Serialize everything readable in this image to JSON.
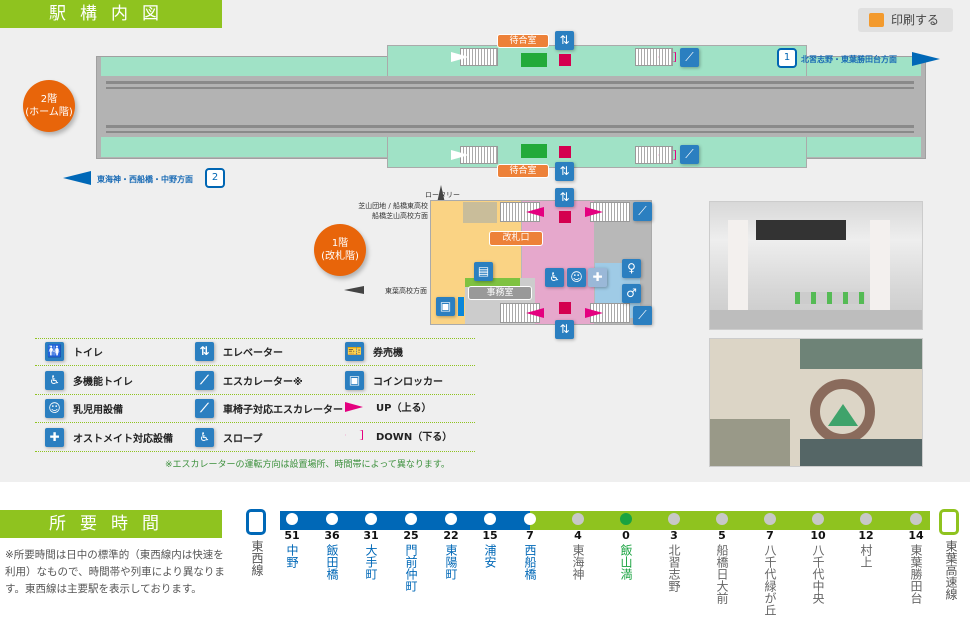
{
  "header": {
    "title": "駅構内図",
    "print_label": "印刷する"
  },
  "floor2": {
    "label1": "2階",
    "label2": "(ホーム階)",
    "waiting_room": "待合室",
    "dir1": {
      "number": "1",
      "text": "北習志野・東葉勝田台方面"
    },
    "dir2": {
      "number": "2",
      "text": "東海神・西船橋・中野方面"
    }
  },
  "floor1": {
    "label1": "1階",
    "label2": "(改札階)",
    "gate": "改札口",
    "office": "事務室",
    "rotary": "ロータリー",
    "bus1": "芝山団地 / 船橋東高校",
    "bus2": "船橋芝山高校方面",
    "west": "東葉高校方面"
  },
  "legend": {
    "items": [
      {
        "icon": "toilet-icon",
        "glyph": "🚻",
        "label": "トイレ"
      },
      {
        "icon": "elevator-icon",
        "glyph": "⇅",
        "label": "エレベーター"
      },
      {
        "icon": "ticket-machine-icon",
        "glyph": "🎫",
        "label": "券売機"
      },
      {
        "icon": "accessible-toilet-icon",
        "glyph": "♿",
        "label": "多機能トイレ"
      },
      {
        "icon": "escalator-icon",
        "glyph": "⟋",
        "label": "エスカレーター※"
      },
      {
        "icon": "coin-locker-icon",
        "glyph": "▣",
        "label": "コインロッカー"
      },
      {
        "icon": "baby-icon",
        "glyph": "☺",
        "label": "乳児用設備"
      },
      {
        "icon": "wheelchair-escalator-icon",
        "glyph": "⟋",
        "label": "車椅子対応エスカレーター"
      },
      {
        "icon": "up-arrow-icon",
        "glyph": "",
        "label": "UP（上る）"
      },
      {
        "icon": "ostomate-icon",
        "glyph": "✚",
        "label": "オストメイト対応設備"
      },
      {
        "icon": "slope-icon",
        "glyph": "♿",
        "label": "スロープ"
      },
      {
        "icon": "down-arrow-icon",
        "glyph": "",
        "label": "DOWN（下る）"
      }
    ],
    "note": "※エスカレーターの運転方向は設置場所、時間帯によって異なります。"
  },
  "travel": {
    "title": "所要時間",
    "note": "※所要時間は日中の標準的（東西線内は快速を利用）なもので、時間帯や列車により異なります。東西線は主要駅を表示しております。",
    "left_line": "東西線",
    "right_line": "東葉高速線",
    "colors": {
      "tozai": "#0068b7",
      "toyo": "#8fc31f",
      "current": "#1aa340"
    },
    "stations": [
      {
        "name": "中野",
        "minutes": "51",
        "line": "tozai"
      },
      {
        "name": "飯田橋",
        "minutes": "36",
        "line": "tozai"
      },
      {
        "name": "大手町",
        "minutes": "31",
        "line": "tozai"
      },
      {
        "name": "門前仲町",
        "minutes": "25",
        "line": "tozai"
      },
      {
        "name": "東陽町",
        "minutes": "22",
        "line": "tozai"
      },
      {
        "name": "浦安",
        "minutes": "15",
        "line": "tozai"
      },
      {
        "name": "西船橋",
        "minutes": "7",
        "line": "tozai"
      },
      {
        "name": "東海神",
        "minutes": "4",
        "line": "toyo"
      },
      {
        "name": "飯山満",
        "minutes": "0",
        "line": "current"
      },
      {
        "name": "北習志野",
        "minutes": "3",
        "line": "toyo"
      },
      {
        "name": "船橋日大前",
        "minutes": "5",
        "line": "toyo"
      },
      {
        "name": "八千代緑が丘",
        "minutes": "7",
        "line": "toyo"
      },
      {
        "name": "八千代中央",
        "minutes": "10",
        "line": "toyo"
      },
      {
        "name": "村上",
        "minutes": "12",
        "line": "toyo"
      },
      {
        "name": "東葉勝田台",
        "minutes": "14",
        "line": "toyo"
      }
    ]
  }
}
